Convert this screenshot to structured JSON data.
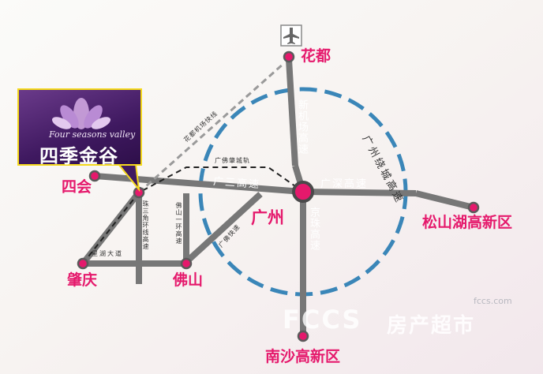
{
  "colors": {
    "road": "#777777",
    "ring": "#3a86b8",
    "city_dot": "#e5196c",
    "airport_rail": "#9a9a9a",
    "brand_border": "#f5d91c",
    "brand_bg": "#4a1f6e"
  },
  "brand": {
    "tagline": "Four seasons valley",
    "name": "四季金谷"
  },
  "cities": {
    "huadu": "花都",
    "sihui": "四会",
    "zhaoqing": "肇庆",
    "foshan": "佛山",
    "guangzhou": "广州",
    "songshanhu": "松山湖高新区",
    "nansha": "南沙高新区"
  },
  "roads": {
    "guangsan": "广三高速",
    "guangshen": "广深高速",
    "jingzhu": "京珠高速",
    "xinjichang": "新机场高速",
    "ring": "广州绕城高速",
    "airport_rail": "花都机场快线",
    "guangfozhao_rail": "广佛肇城轨",
    "sanhuan": "珠三角环线高速",
    "foshan_ring1": "佛山一环高速",
    "guangfo": "广佛快速",
    "xinghu": "星湖大道"
  },
  "icons": {
    "airport": "airplane-icon"
  },
  "watermark": {
    "logo": "FCCS",
    "text": "房产超市",
    "url": "fccs.com"
  }
}
